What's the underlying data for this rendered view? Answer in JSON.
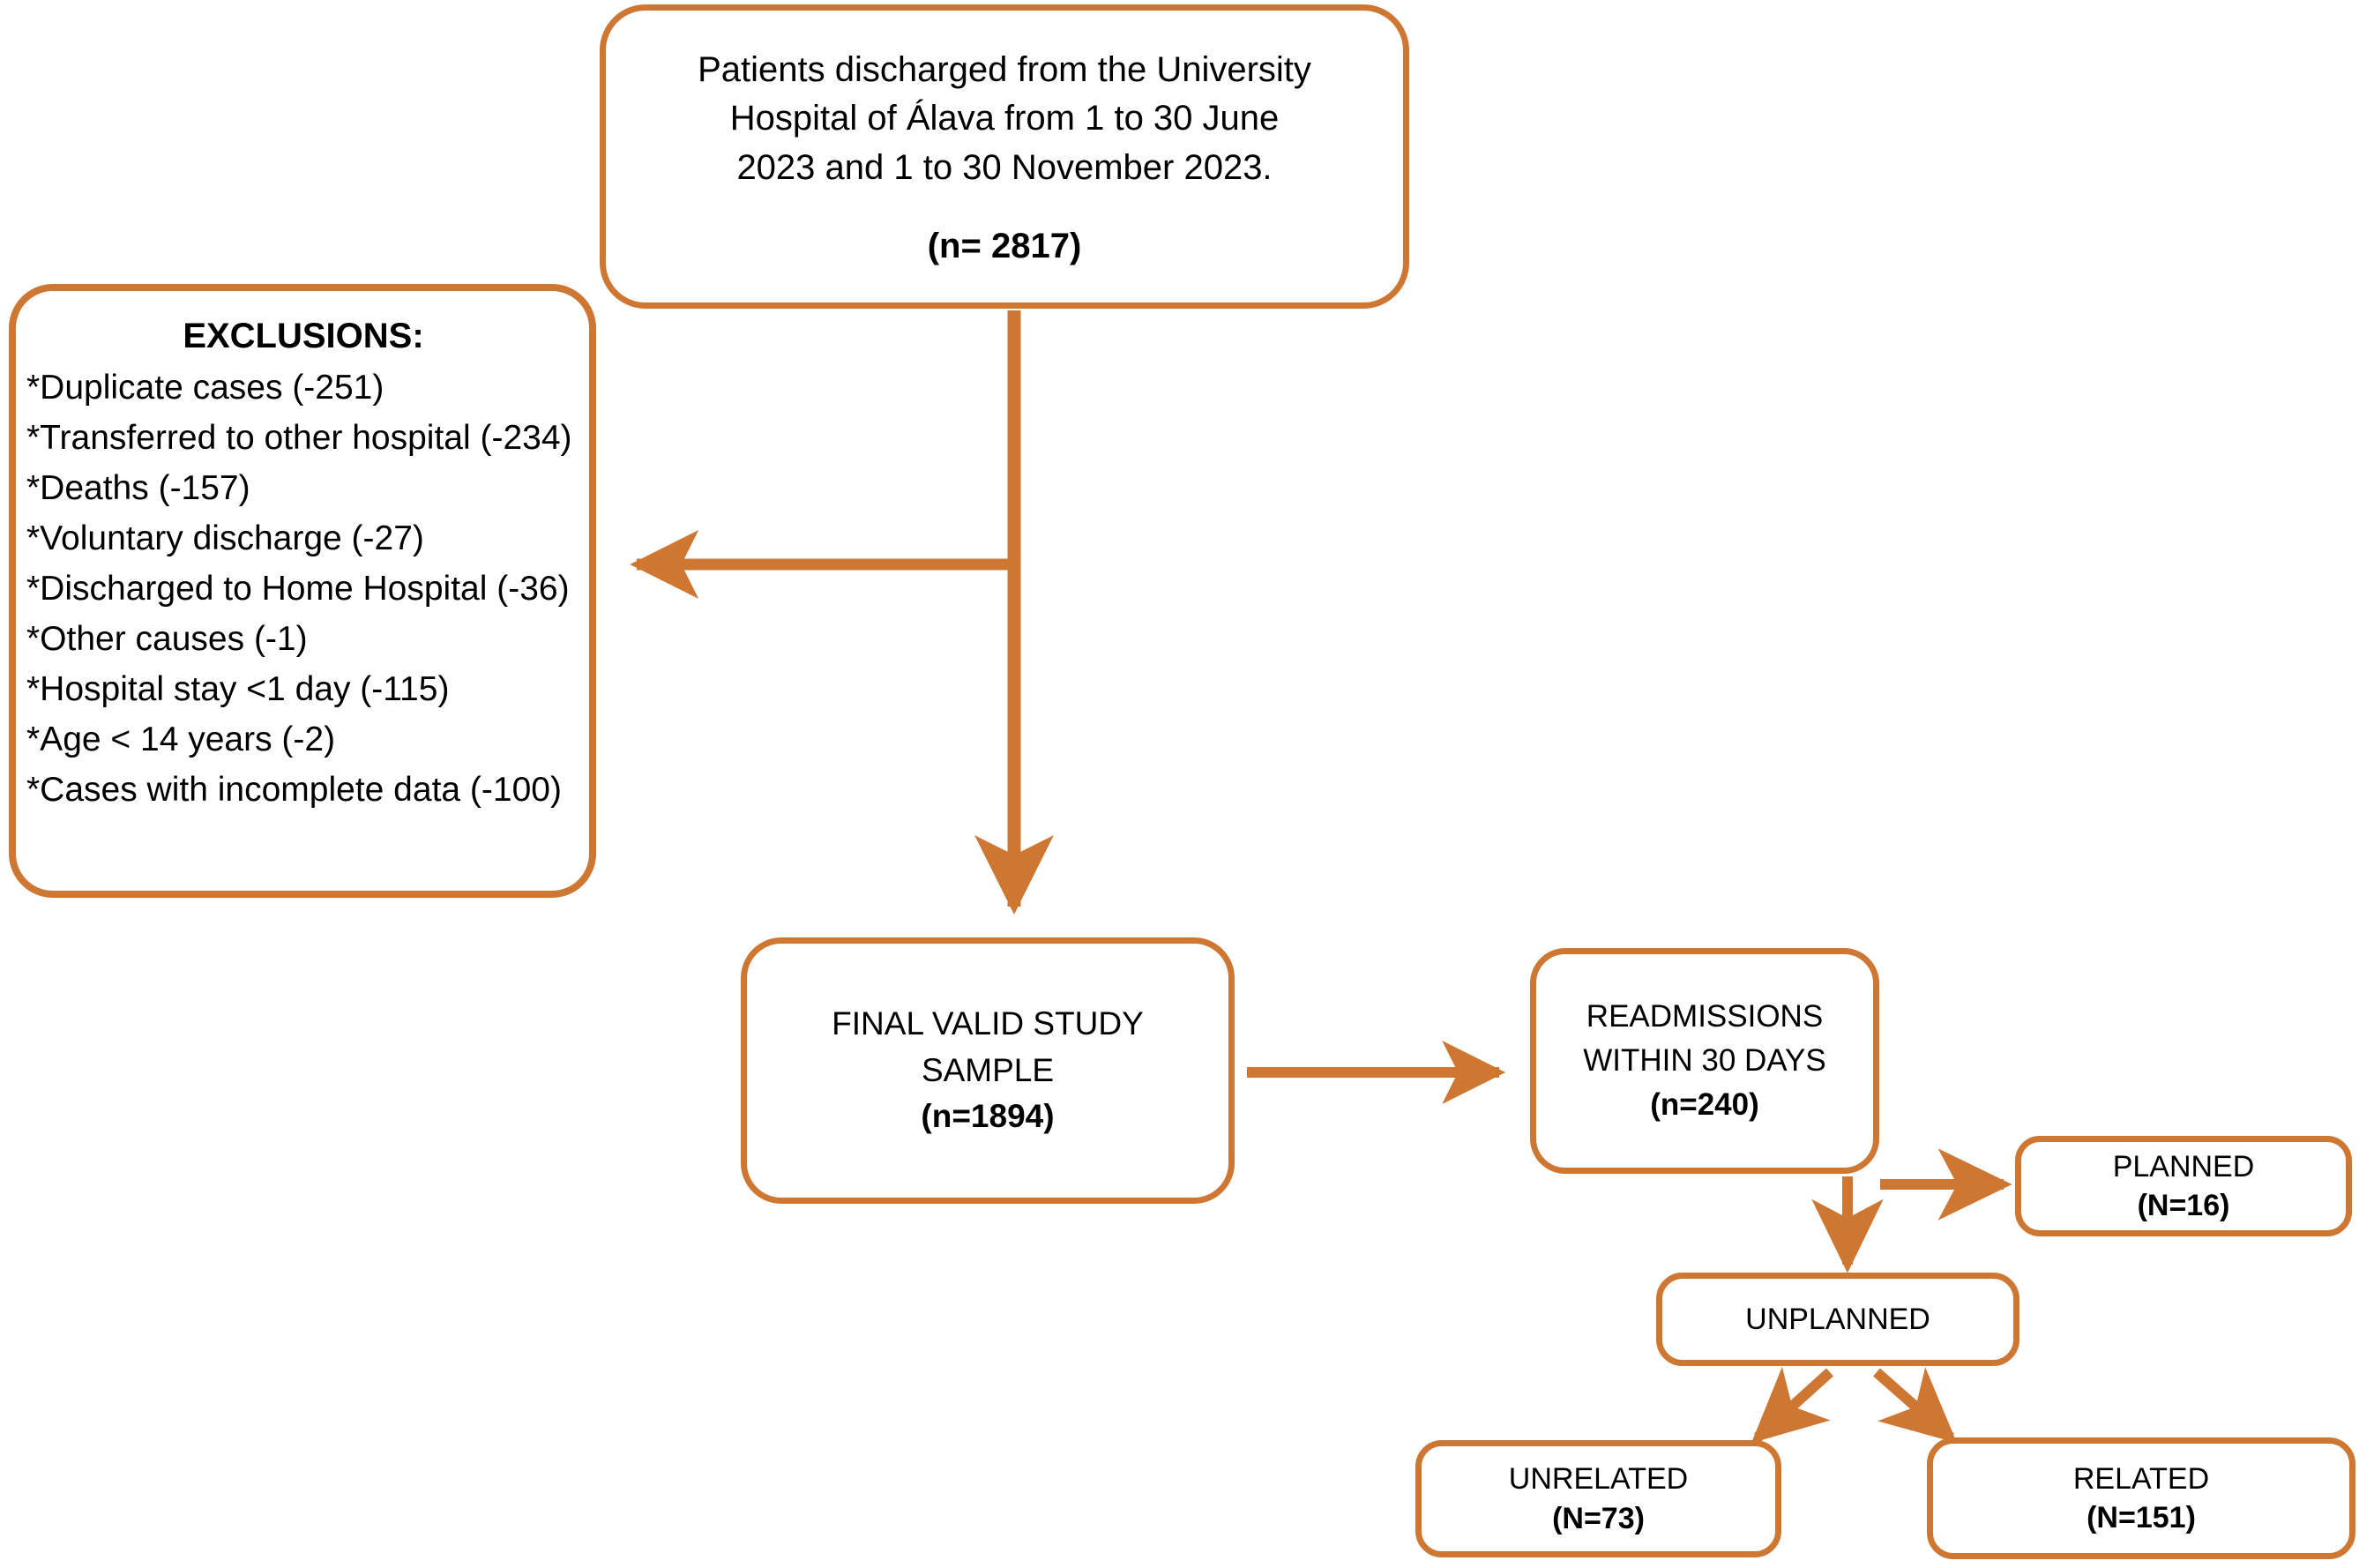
{
  "diagram": {
    "type": "flowchart",
    "title": "Patient selection flow diagram",
    "accent_color": "#CE7733",
    "text_color": "#000000",
    "background_color": "#FFFFFF"
  },
  "nodes": {
    "source": {
      "line1": "Patients discharged from the University",
      "line2": "Hospital of Álava from 1 to 30 June",
      "line3": "2023 and 1 to 30 November 2023.",
      "count": "(n= 2817)"
    },
    "exclusions": {
      "title": "EXCLUSIONS:",
      "items": [
        "*Duplicate cases (-251)",
        "*Transferred to other hospital (-234)",
        "*Deaths (-157)",
        "*Voluntary discharge (-27)",
        "*Discharged to Home Hospital (-36)",
        "*Other causes (-1)",
        "*Hospital stay <1 day (-115)",
        "*Age < 14 years (-2)",
        "*Cases with incomplete data (-100)"
      ]
    },
    "final_sample": {
      "line1": "FINAL VALID STUDY",
      "line2": "SAMPLE",
      "count": "(n=1894)"
    },
    "readmissions": {
      "line1": "READMISSIONS",
      "line2": "WITHIN 30 DAYS",
      "count": "(n=240)"
    },
    "planned": {
      "label": "PLANNED",
      "count": "(N=16)"
    },
    "unplanned": {
      "label": "UNPLANNED"
    },
    "unrelated": {
      "label": "UNRELATED",
      "count": "(N=73)"
    },
    "related": {
      "label": "RELATED",
      "count": "(N=151)"
    }
  }
}
